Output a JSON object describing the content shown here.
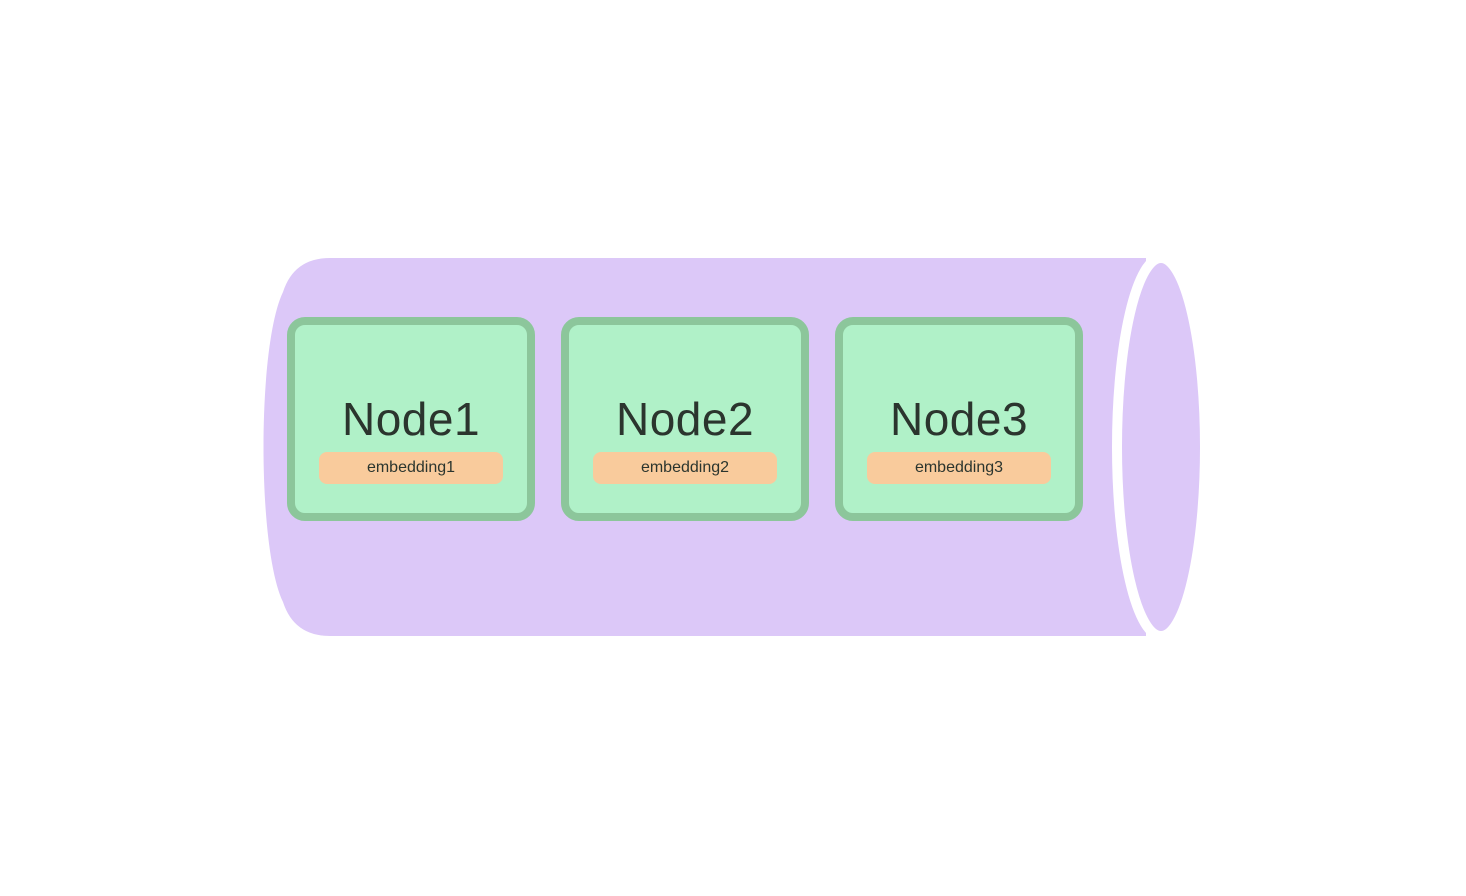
{
  "diagram": {
    "nodes": [
      {
        "label": "Node1",
        "badge": "embedding1"
      },
      {
        "label": "Node2",
        "badge": "embedding2"
      },
      {
        "label": "Node3",
        "badge": "embedding3"
      }
    ]
  },
  "colors": {
    "background": "#ffffff",
    "cylinder_fill": "#dcc8f8",
    "node_fill": "#b0f1c8",
    "node_border": "#8cc69b",
    "badge_fill": "#f9cb9c",
    "text": "#2b352e",
    "gap_stroke": "#ffffff"
  }
}
